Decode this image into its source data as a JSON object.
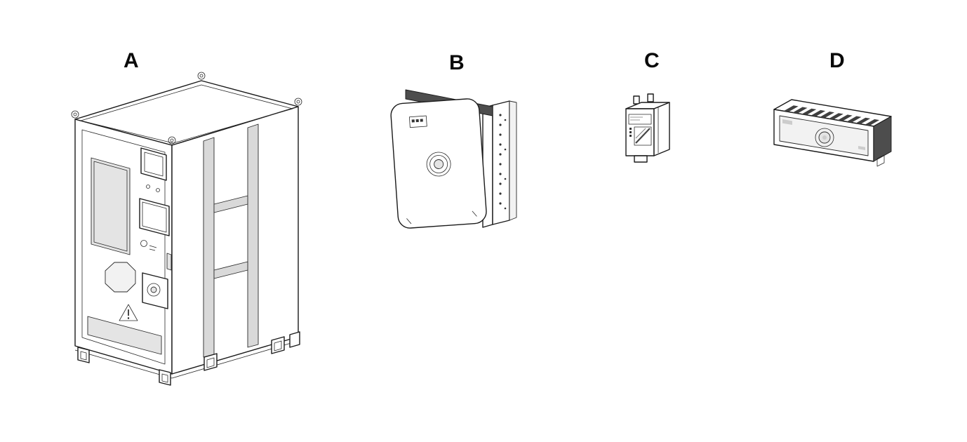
{
  "figure": {
    "items": [
      {
        "label": "A"
      },
      {
        "label": "B"
      },
      {
        "label": "C"
      },
      {
        "label": "D"
      }
    ]
  },
  "style": {
    "line_color": "#1a1a1a",
    "background": "#ffffff"
  }
}
